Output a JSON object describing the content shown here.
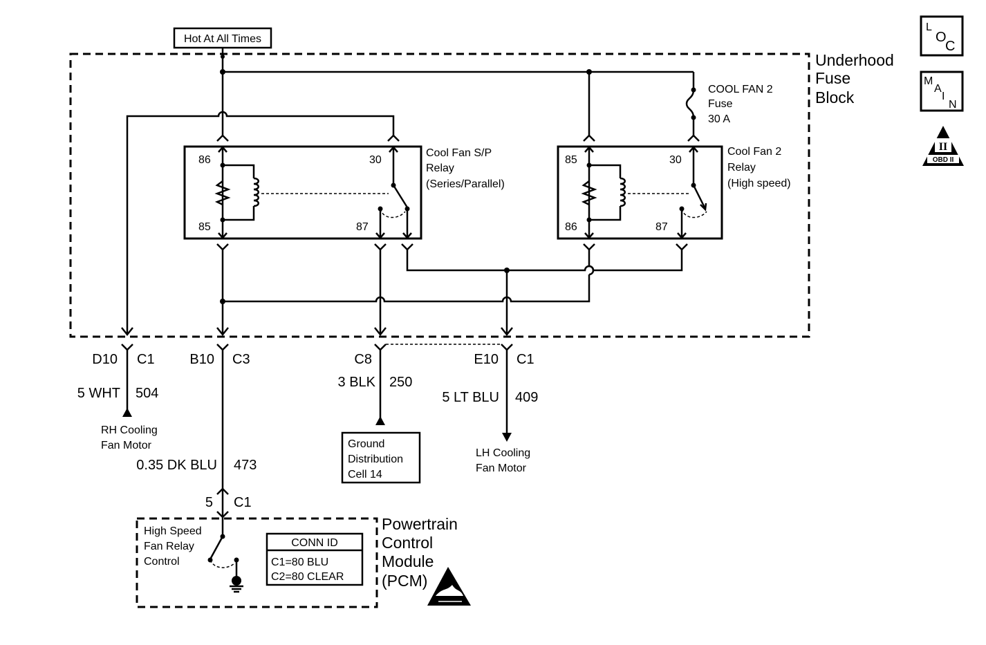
{
  "supply_label": "Hot At All Times",
  "fuse_block": {
    "line1": "Underhood",
    "line2": "Fuse",
    "line3": "Block"
  },
  "fuse": {
    "line1": "COOL FAN 2",
    "line2": "Fuse",
    "line3": "30 A"
  },
  "relay_sp": {
    "line1": "Cool Fan S/P",
    "line2": "Relay",
    "line3": "(Series/Parallel)",
    "pins": {
      "top_left": "86",
      "top_right": "30",
      "bottom_left": "85",
      "bottom_right": "87"
    }
  },
  "relay_2": {
    "line1": "Cool Fan 2",
    "line2": "Relay",
    "line3": "(High speed)",
    "pins": {
      "top_left": "85",
      "top_right": "30",
      "bottom_left": "86",
      "bottom_right": "87"
    }
  },
  "connectors": {
    "d10": {
      "pin": "D10",
      "conn": "C1",
      "gauge": "5 WHT",
      "circuit": "504"
    },
    "b10": {
      "pin": "B10",
      "conn": "C3",
      "gauge": "0.35 DK BLU",
      "circuit": "473"
    },
    "c8": {
      "pin": "C8",
      "gauge": "3 BLK",
      "circuit": "250"
    },
    "e10": {
      "pin": "E10",
      "conn": "C1",
      "gauge": "5 LT BLU",
      "circuit": "409"
    },
    "pcm": {
      "pin": "5",
      "conn": "C1"
    }
  },
  "rh_motor": {
    "line1": "RH Cooling",
    "line2": "Fan Motor"
  },
  "lh_motor": {
    "line1": "LH Cooling",
    "line2": "Fan Motor"
  },
  "ground": {
    "line1": "Ground",
    "line2": "Distribution",
    "line3": "Cell 14"
  },
  "pcm": {
    "line1": "Powertrain",
    "line2": "Control",
    "line3": "Module",
    "line4": "(PCM)",
    "control_line1": "High Speed",
    "control_line2": "Fan Relay",
    "control_line3": "Control"
  },
  "conn_id": {
    "title": "CONN ID",
    "c1": "C1=80 BLU",
    "c2": "C2=80 CLEAR"
  },
  "badges": {
    "loc": {
      "l1": "L",
      "l2": "O",
      "l3": "C"
    },
    "main": {
      "l1": "M",
      "l2": "A",
      "l3": "I",
      "l4": "N"
    },
    "obd": {
      "roman": "II",
      "label": "OBD II"
    }
  }
}
